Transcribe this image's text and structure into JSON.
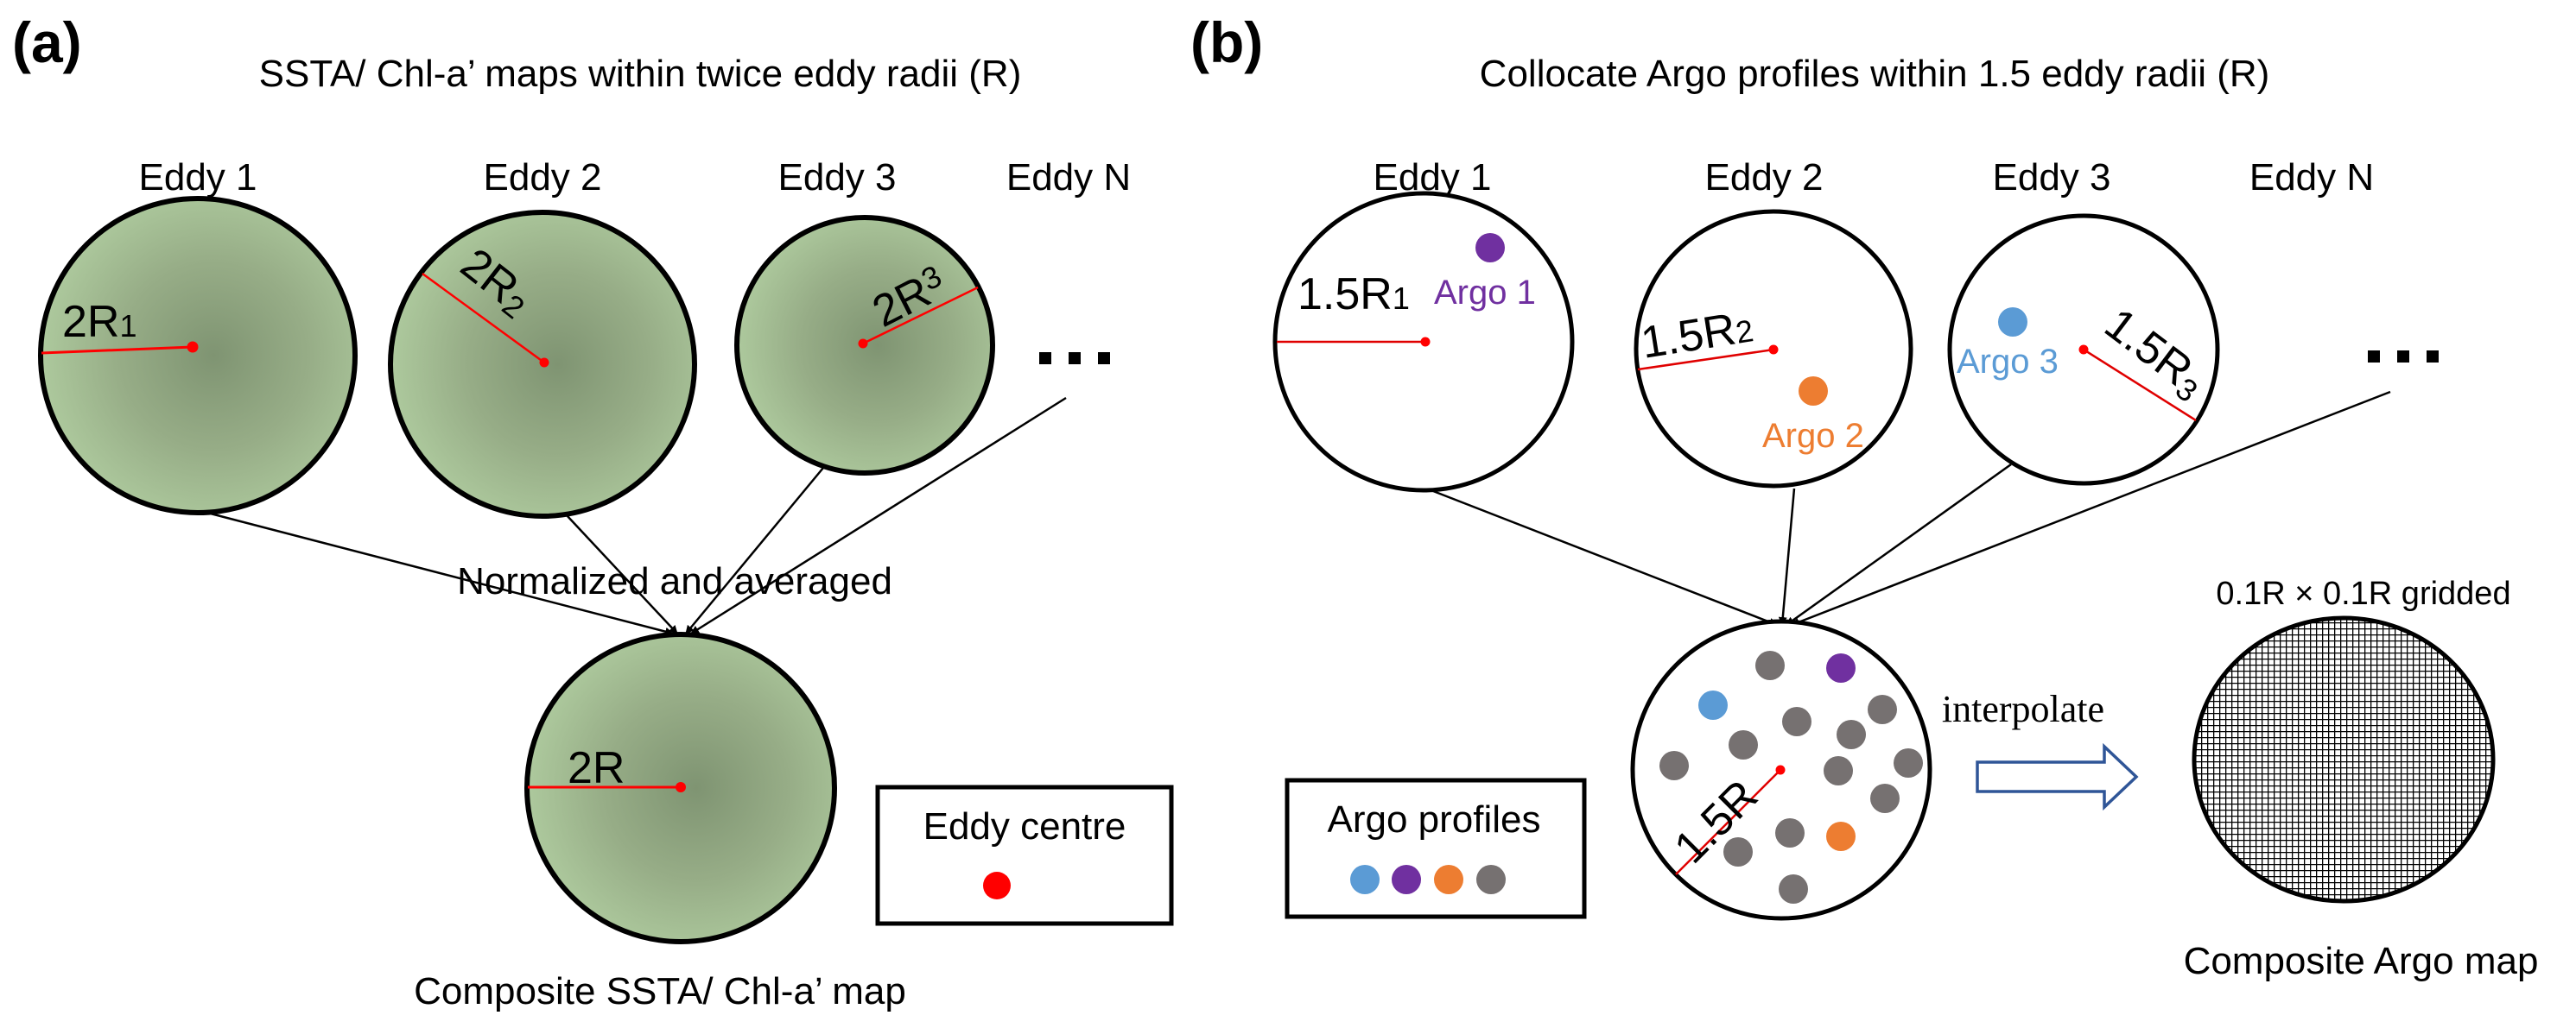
{
  "panel_a": {
    "label": "(a)",
    "title": "SSTA/ Chl-a’ maps within twice eddy radii (R)",
    "eddies": [
      {
        "name": "Eddy 1",
        "radius_label": "2R",
        "radius_sub": "1"
      },
      {
        "name": "Eddy 2",
        "radius_label": "2R",
        "radius_sub": "2"
      },
      {
        "name": "Eddy 3",
        "radius_label": "2R",
        "radius_sub": "3"
      },
      {
        "name": "Eddy N"
      }
    ],
    "ellipsis": "...",
    "process_label": "Normalized and averaged",
    "composite": {
      "radius_label": "2R",
      "caption": "Composite SSTA/ Chl-a’ map"
    },
    "legend": {
      "title": "Eddy centre"
    }
  },
  "panel_b": {
    "label": "(b)",
    "title": "Collocate Argo profiles within 1.5 eddy radii (R)",
    "eddies": [
      {
        "name": "Eddy 1",
        "radius_label": "1.5R",
        "radius_sub": "1",
        "argo": "Argo 1"
      },
      {
        "name": "Eddy 2",
        "radius_label": "1.5R",
        "radius_sub": "2",
        "argo": "Argo 2"
      },
      {
        "name": "Eddy 3",
        "radius_label": "1.5R",
        "radius_sub": "3",
        "argo": "Argo 3"
      },
      {
        "name": "Eddy N"
      }
    ],
    "ellipsis": "...",
    "composite": {
      "radius_label": "1.5R"
    },
    "legend": {
      "title": "Argo profiles"
    },
    "interpolate_label": "interpolate",
    "grid_label": "0.1R × 0.1R gridded",
    "grid_caption": "Composite Argo map"
  },
  "colors": {
    "eddy_fill_edge": "#adc99d",
    "eddy_fill_center": "#7f9472",
    "eddy_centre": "#ff0000",
    "radius_line": "#e00000",
    "argo_1": "#7030a0",
    "argo_2": "#ed7d31",
    "argo_3": "#5b9bd5",
    "argo_other": "#767171",
    "arrow_outline": "#2f5597"
  }
}
